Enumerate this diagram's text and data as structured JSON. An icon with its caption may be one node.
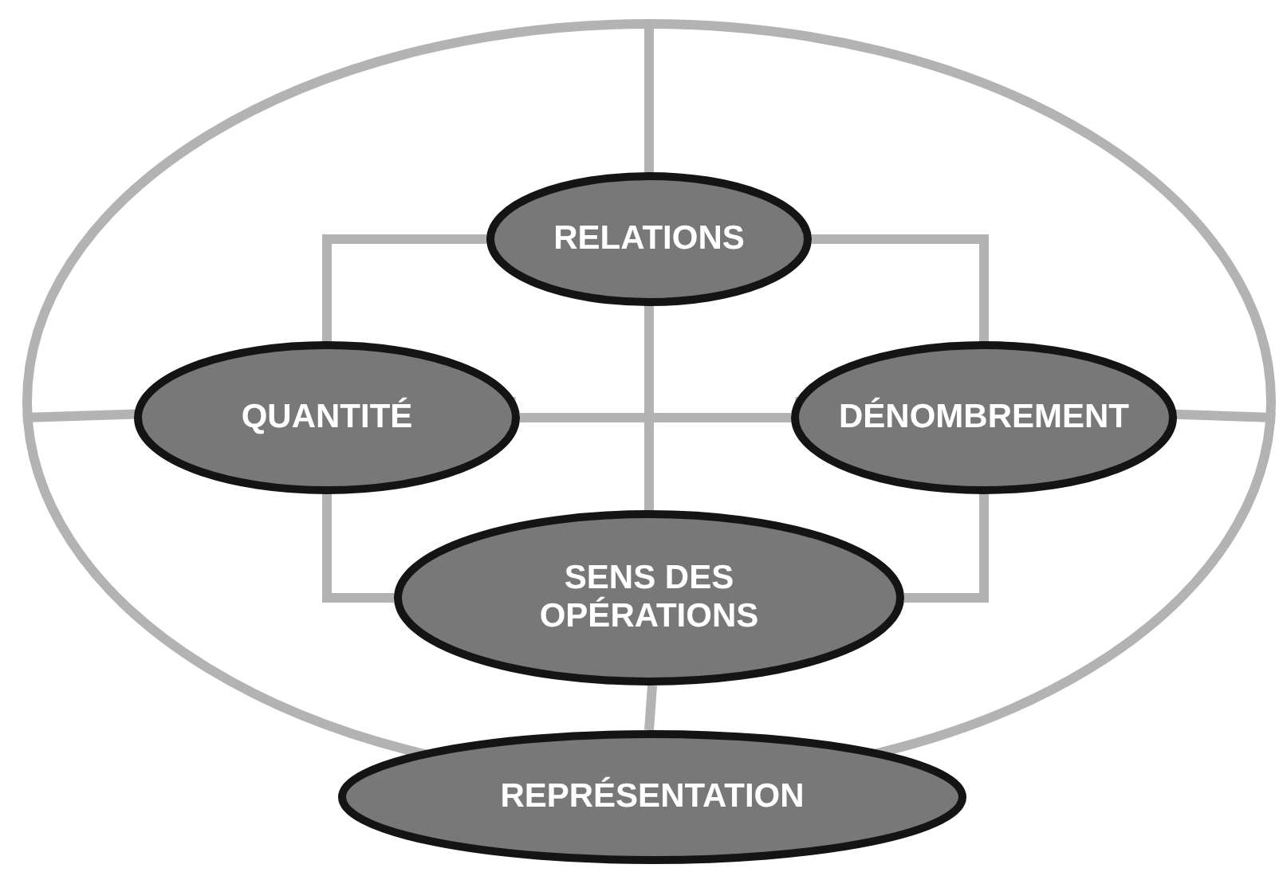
{
  "diagram": {
    "nodes": [
      {
        "text": [],
        "shape": "circle"
      },
      {
        "text": [
          "RELATIONS"
        ],
        "in": 0
      },
      {
        "text": [
          "QUANTITÉ"
        ],
        "in": 0
      },
      {
        "text": [
          "DÉNOMBREMENT"
        ],
        "in": 0
      },
      {
        "text": [
          "SENS DES OPÉRATIONS"
        ],
        "in": 0
      },
      {
        "text": [
          "REPRÉSENTATION"
        ]
      }
    ],
    "edges": [
      {
        "from": 1,
        "to": 2,
        "arrow": "none"
      },
      {
        "from": 1,
        "to": 3,
        "arrow": "none"
      },
      {
        "from": 2,
        "to": 4,
        "arrow": "none"
      },
      {
        "from": 3,
        "to": 4,
        "arrow": "none"
      },
      {
        "from": 1,
        "to": 4,
        "arrow": "none"
      },
      {
        "from": 2,
        "to": 3,
        "arrow": "none"
      },
      {
        "from": 4,
        "to": 5,
        "arrow": "none"
      },
      {
        "from": 1,
        "to": 0,
        "arrow": "none"
      },
      {
        "from": 2,
        "to": 0,
        "arrow": "none"
      },
      {
        "from": 3,
        "to": 0,
        "arrow": "none"
      }
    ]
  }
}
